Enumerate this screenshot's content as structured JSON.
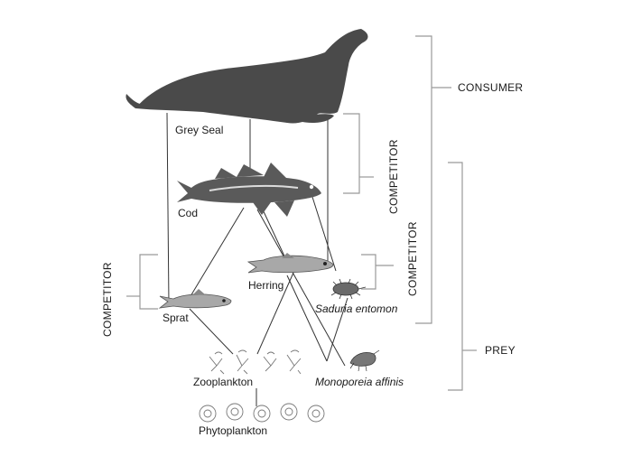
{
  "species": {
    "grey_seal": "Grey Seal",
    "cod": "Cod",
    "herring": "Herring",
    "sprat": "Sprat",
    "saduria": "Saduria entomon",
    "zooplankton": "Zooplankton",
    "monoporeia": "Monoporeia affinis",
    "phytoplankton": "Phytoplankton"
  },
  "roles": {
    "consumer": "CONSUMER",
    "prey": "PREY",
    "competitor_top": "COMPETITOR",
    "competitor_mid": "COMPETITOR",
    "competitor_left": "COMPETITOR"
  },
  "colors": {
    "seal": "#4a4a4a",
    "cod_body": "#5a5a5a",
    "herring_body": "#a8a8a8",
    "bracket": "#999999",
    "line": "#333333"
  },
  "icons": [
    "seal-icon",
    "cod-icon",
    "herring-icon",
    "sprat-icon",
    "isopod-icon",
    "amphipod-icon",
    "zooplankton-icon",
    "phytoplankton-icon"
  ]
}
